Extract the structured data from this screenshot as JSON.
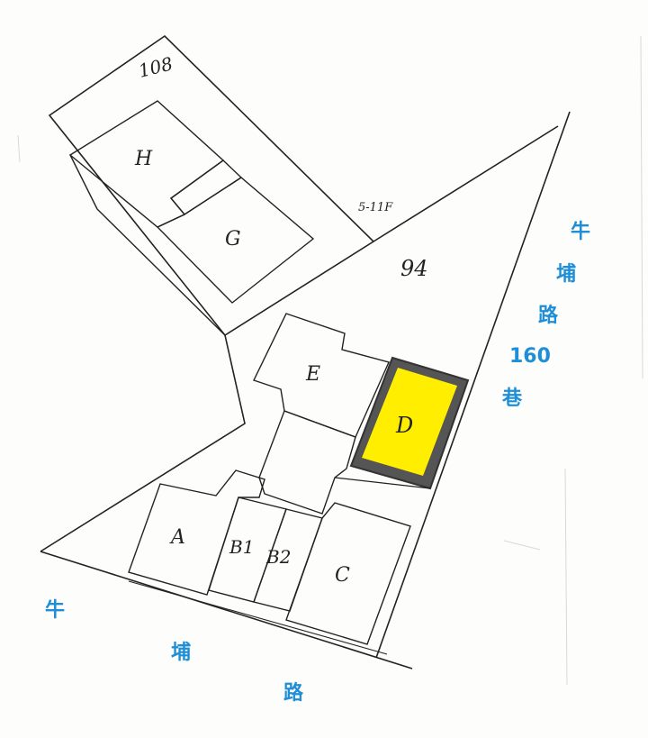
{
  "parcel_numbers": {
    "upper": "108",
    "main": "94"
  },
  "floor_note": "5-11F",
  "buildings": {
    "H": "H",
    "G": "G",
    "E": "E",
    "D": "D",
    "A": "A",
    "B1": "B1",
    "B2": "B2",
    "C": "C"
  },
  "lane_road": {
    "c1": "牛",
    "c2": "埔",
    "c3": "路",
    "num": "160",
    "c5": "巷"
  },
  "main_road": {
    "c1": "牛",
    "c2": "埔",
    "c3": "路"
  },
  "colors": {
    "highlight": "#ffee00",
    "road_label": "#1e8fd6"
  }
}
